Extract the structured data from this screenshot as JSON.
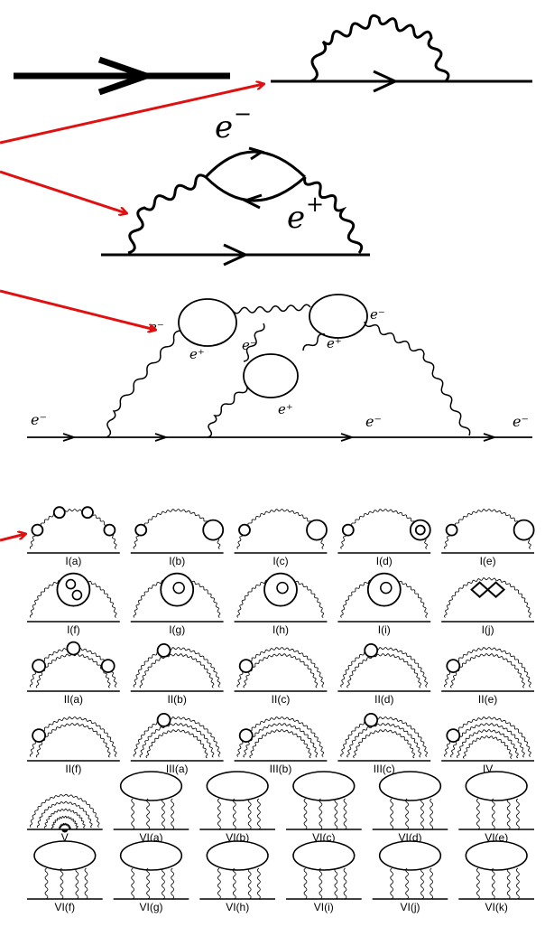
{
  "top_diagrams": {
    "labels": {
      "d2_electron": "e",
      "d2_electron_sup": "−",
      "d2_positron": "e",
      "d2_positron_sup": "+",
      "d3_em": "e⁻",
      "d3_ep": "e⁺",
      "d3_ext_em": "e⁻"
    }
  },
  "grid": {
    "rows": [
      [
        "I(a)",
        "I(b)",
        "I(c)",
        "I(d)",
        "I(e)"
      ],
      [
        "I(f)",
        "I(g)",
        "I(h)",
        "I(i)",
        "I(j)"
      ],
      [
        "II(a)",
        "II(b)",
        "II(c)",
        "II(d)",
        "II(e)"
      ],
      [
        "II(f)",
        "III(a)",
        "III(b)",
        "III(c)",
        "IV"
      ],
      [
        "V",
        "VI(a)",
        "VI(b)",
        "VI(c)",
        "VI(d)",
        "VI(e)"
      ],
      [
        "VI(f)",
        "VI(g)",
        "VI(h)",
        "VI(i)",
        "VI(j)",
        "VI(k)"
      ]
    ]
  },
  "colors": {
    "arrow": "#e01010",
    "ink": "#000000"
  }
}
